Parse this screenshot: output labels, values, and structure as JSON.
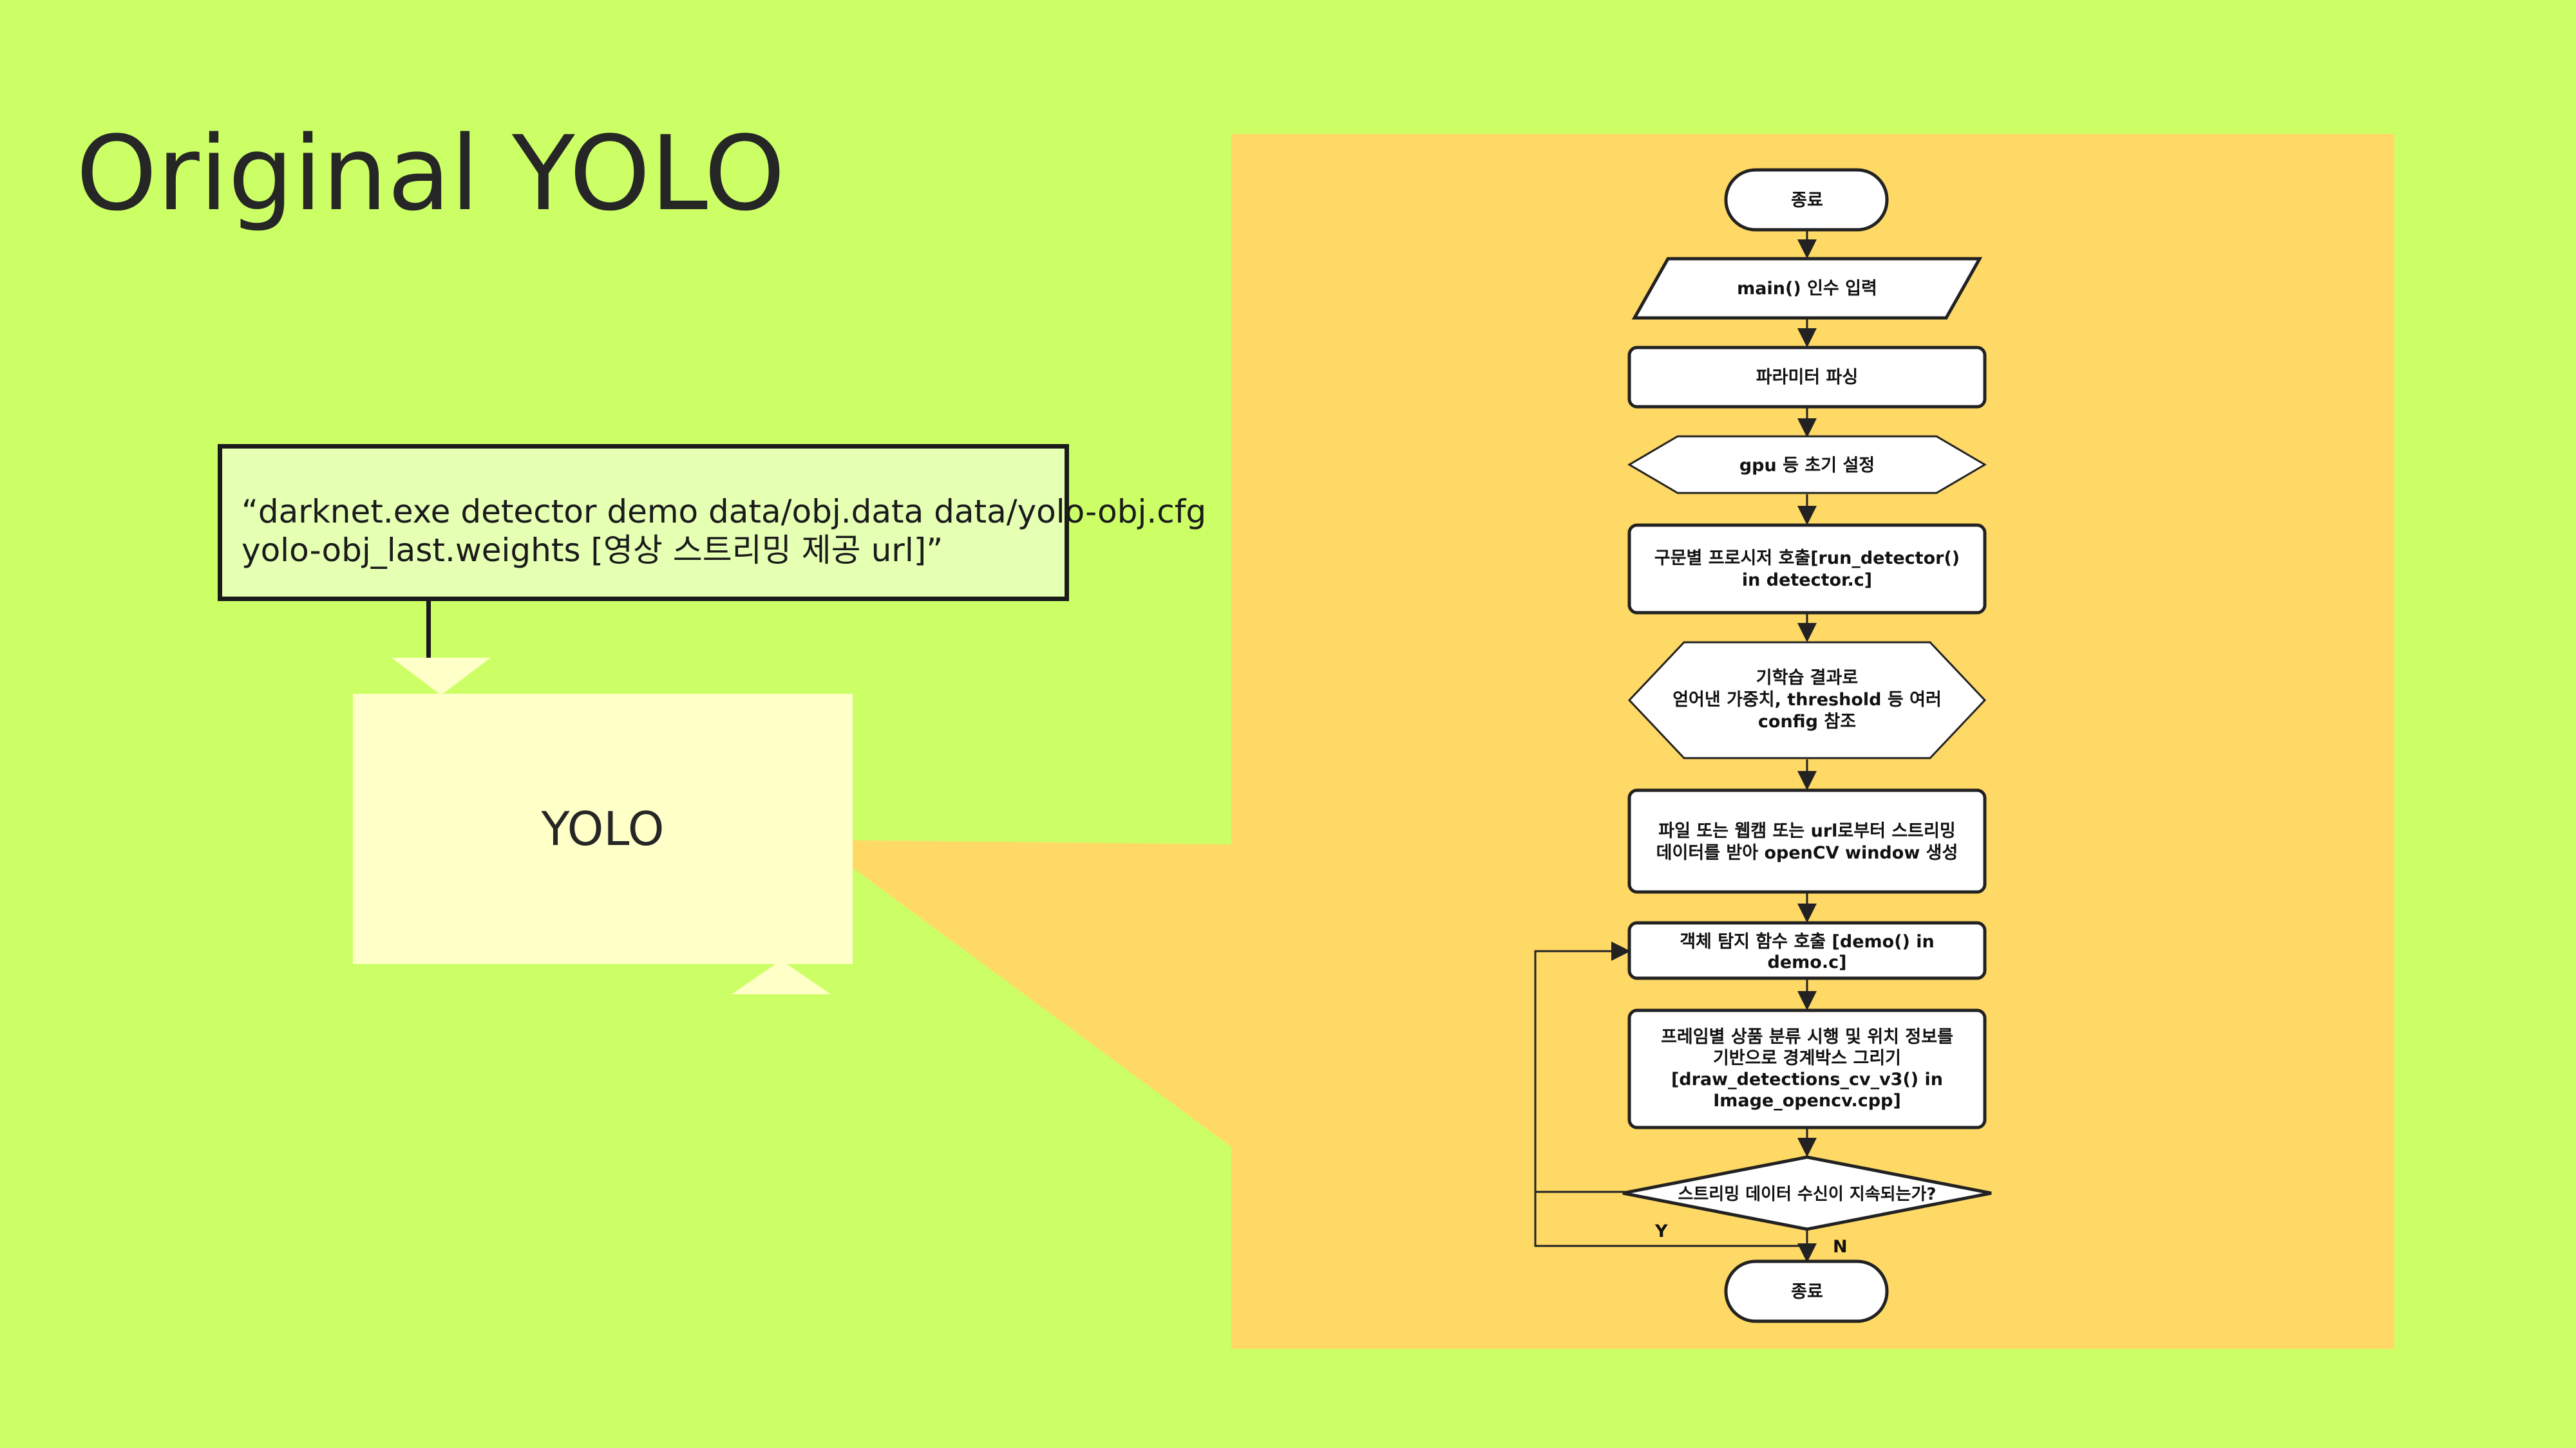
{
  "slide": {
    "title": "Original YOLO",
    "command_line1": "“darknet.exe detector demo data/obj.data data/yolo-obj.cfg",
    "command_line2": "yolo-obj_last.weights [영상 스트리밍 제공 url]”",
    "camera_label": "YOLO"
  },
  "flowchart": {
    "start": "종료",
    "input": "main() 인수 입력",
    "parse": "파라미터 파싱",
    "init": "gpu 등 초기 설정",
    "call_line1": "구문별 프로시저 호출[run_detector()",
    "call_line2": "in detector.c]",
    "config_line1": "기학습 결과로",
    "config_line2": "얻어낸 가중치, threshold 등 여러",
    "config_line3": "config 참조",
    "stream_line1": "파일 또는 웹캠 또는 url로부터 스트리밍",
    "stream_line2": "데이터를 받아 openCV window 생성",
    "detect_line1": "객체 탐지 함수 호출 [demo() in",
    "detect_line2": "demo.c]",
    "draw_line1": "프레임별 상품 분류 시행 및 위치 정보를",
    "draw_line2": "기반으로 경계박스 그리기",
    "draw_line3": "[draw_detections_cv_v3() in",
    "draw_line4": "Image_opencv.cpp]",
    "decision": "스트리밍 데이터 수신이 지속되는가?",
    "yes": "Y",
    "no": "N",
    "end": "종료"
  },
  "colors": {
    "background": "#ccff66",
    "panel": "#ffd966",
    "camera": "#ffffc8",
    "command_box": "#e5ffb3"
  }
}
